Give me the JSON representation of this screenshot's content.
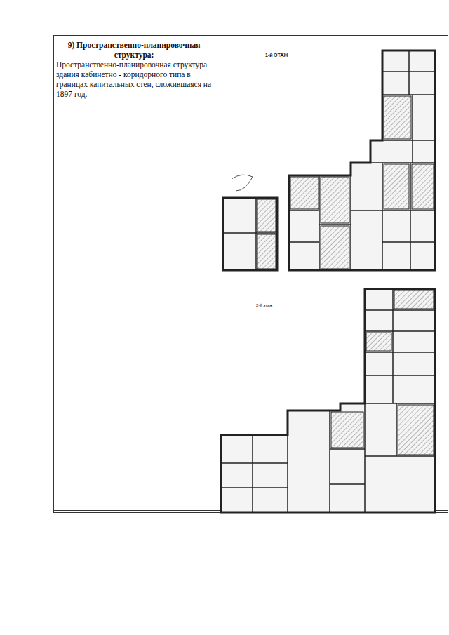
{
  "diagram": {
    "nodes": [
      {
        "text": [
          "9) Пространственно-планировочная структура:",
          "Пространственно-планировочная структура здания кабинетно - коридорного типа в границах капитальных стен, сложившаяся на 1897 год."
        ]
      }
    ],
    "labels": [
      "1-й ЭТАЖ",
      "2-й этаж"
    ]
  }
}
